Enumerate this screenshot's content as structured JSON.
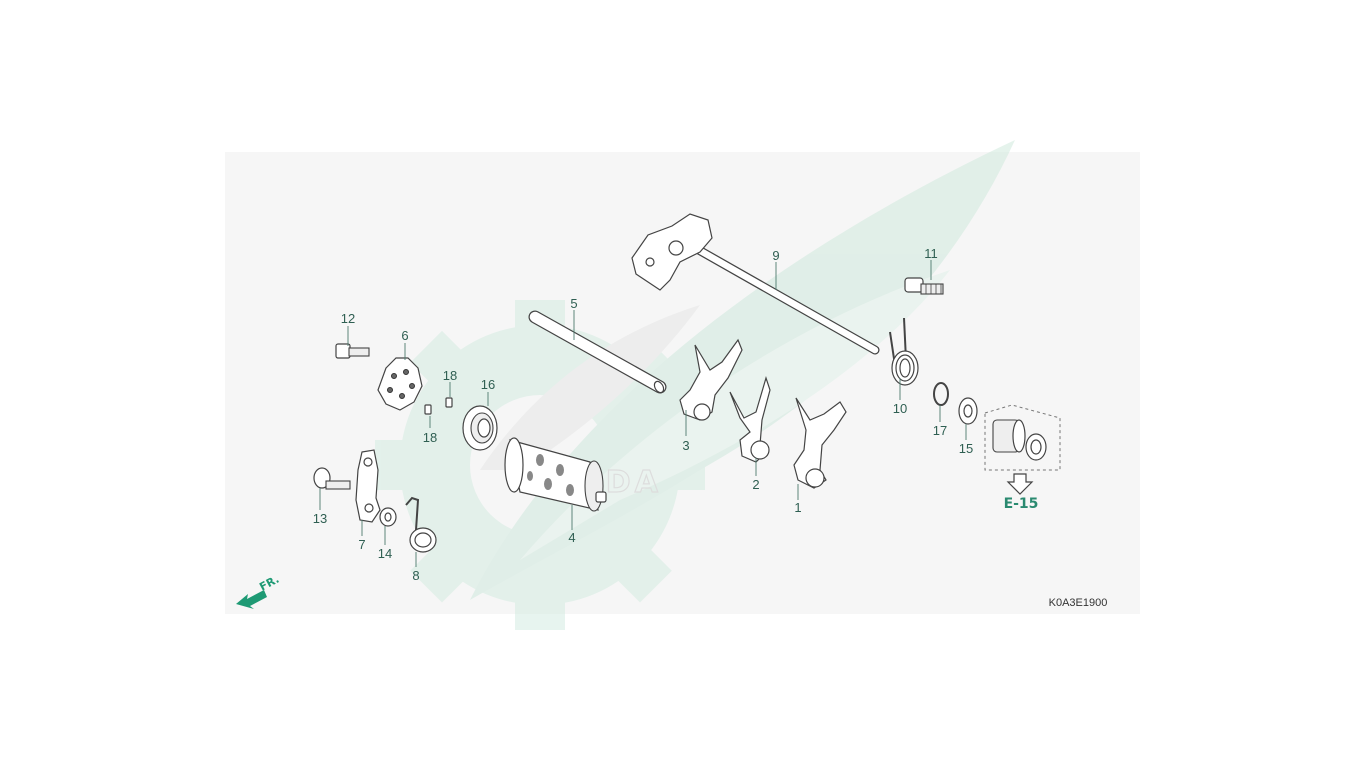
{
  "diagram": {
    "code": "K0A3E1900",
    "direction_label": "FR.",
    "reference_label": "E-15",
    "colors": {
      "accent": "#2a8a70",
      "watermark": "#dcefe8",
      "panel": "#f6f6f6"
    },
    "callouts": {
      "p1": "1",
      "p2": "2",
      "p3": "3",
      "p4": "4",
      "p5": "5",
      "p6": "6",
      "p7": "7",
      "p8": "8",
      "p9": "9",
      "p10": "10",
      "p11": "11",
      "p12": "12",
      "p13": "13",
      "p14": "14",
      "p15": "15",
      "p16": "16",
      "p17": "17",
      "p18a": "18",
      "p18b": "18"
    }
  }
}
